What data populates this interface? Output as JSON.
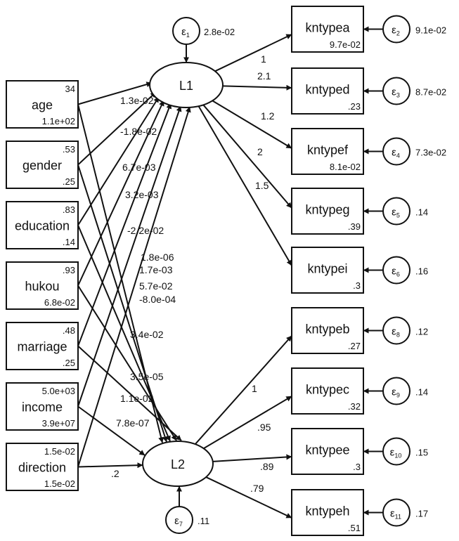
{
  "latents": {
    "L1": {
      "label": "L1"
    },
    "L2": {
      "label": "L2"
    }
  },
  "latent_errors": {
    "e1": {
      "symbol": "ε",
      "sub": "1",
      "variance": "2.8e-02"
    },
    "e7": {
      "symbol": "ε",
      "sub": "7",
      "variance": ".11"
    }
  },
  "exogenous": [
    {
      "id": "age",
      "label": "age",
      "mean": "34",
      "variance": "1.1e+02"
    },
    {
      "id": "gender",
      "label": "gender",
      "mean": ".53",
      "variance": ".25"
    },
    {
      "id": "education",
      "label": "education",
      "mean": ".83",
      "variance": ".14"
    },
    {
      "id": "hukou",
      "label": "hukou",
      "mean": ".93",
      "variance": "6.8e-02"
    },
    {
      "id": "marriage",
      "label": "marriage",
      "mean": ".48",
      "variance": ".25"
    },
    {
      "id": "income",
      "label": "income",
      "mean": "5.0e+03",
      "variance": "3.9e+07"
    },
    {
      "id": "direction",
      "label": "direction",
      "mean": "1.5e-02",
      "variance": "1.5e-02"
    }
  ],
  "indicators": [
    {
      "id": "kntypea",
      "label": "kntypea",
      "variance": "9.7e-02",
      "latent": "L1",
      "loading": "1",
      "err_sub": "2",
      "err_var": "9.1e-02"
    },
    {
      "id": "kntyped",
      "label": "kntyped",
      "variance": ".23",
      "latent": "L1",
      "loading": "2.1",
      "err_sub": "3",
      "err_var": "8.7e-02"
    },
    {
      "id": "kntypef",
      "label": "kntypef",
      "variance": "8.1e-02",
      "latent": "L1",
      "loading": "1.2",
      "err_sub": "4",
      "err_var": "7.3e-02"
    },
    {
      "id": "kntypeg",
      "label": "kntypeg",
      "variance": ".39",
      "latent": "L1",
      "loading": "2",
      "err_sub": "5",
      "err_var": ".14"
    },
    {
      "id": "kntypei",
      "label": "kntypei",
      "variance": ".3",
      "latent": "L1",
      "loading": "1.5",
      "err_sub": "6",
      "err_var": ".16"
    },
    {
      "id": "kntypeb",
      "label": "kntypeb",
      "variance": ".27",
      "latent": "L2",
      "loading": "1",
      "err_sub": "8",
      "err_var": ".12"
    },
    {
      "id": "kntypec",
      "label": "kntypec",
      "variance": ".32",
      "latent": "L2",
      "loading": ".95",
      "err_sub": "9",
      "err_var": ".14"
    },
    {
      "id": "kntypee",
      "label": "kntypee",
      "variance": ".3",
      "latent": "L2",
      "loading": ".89",
      "err_sub": "10",
      "err_var": ".15"
    },
    {
      "id": "kntypeh",
      "label": "kntypeh",
      "variance": ".51",
      "latent": "L2",
      "loading": ".79",
      "err_sub": "11",
      "err_var": ".17"
    }
  ],
  "paths_to_L1": [
    {
      "from": "age",
      "coef": "1.3e-02"
    },
    {
      "from": "gender",
      "coef": "-1.8e-02"
    },
    {
      "from": "education",
      "coef": "6.7e-03"
    },
    {
      "from": "hukou",
      "coef": "3.2e-03"
    },
    {
      "from": "marriage",
      "coef": "-2.2e-02"
    },
    {
      "from": "income",
      "coef": "1.8e-06"
    },
    {
      "from": "direction",
      "coef": "1.7e-03"
    }
  ],
  "paths_to_L2": [
    {
      "from": "age",
      "coef": "5.7e-02"
    },
    {
      "from": "gender",
      "coef": "-8.0e-04"
    },
    {
      "from": "education",
      "coef": "3.4e-02"
    },
    {
      "from": "hukou",
      "coef": "3.5e-05"
    },
    {
      "from": "marriage",
      "coef": "1.1e-02"
    },
    {
      "from": "income",
      "coef": "7.8e-07"
    },
    {
      "from": "direction",
      "coef": ".2"
    }
  ]
}
